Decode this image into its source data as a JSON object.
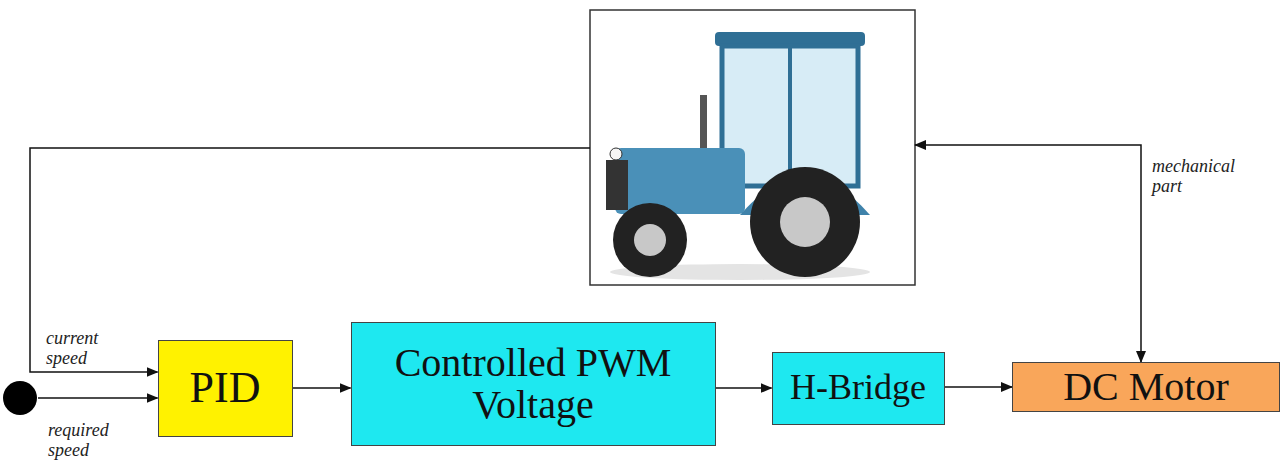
{
  "diagram": {
    "nodes": [
      {
        "text": [
          "PID"
        ]
      },
      {
        "text": [
          "Controlled PWM Voltage"
        ]
      },
      {
        "text": [
          "H-Bridge"
        ]
      },
      {
        "text": [
          "DC Motor"
        ]
      }
    ],
    "edges": [
      {
        "from": 0,
        "to": 1,
        "arrow": "to"
      },
      {
        "from": 1,
        "to": 2,
        "arrow": "to"
      },
      {
        "from": 2,
        "to": 3,
        "arrow": "to"
      }
    ],
    "labels": [
      "current speed",
      "required speed",
      "mechanical part"
    ]
  }
}
